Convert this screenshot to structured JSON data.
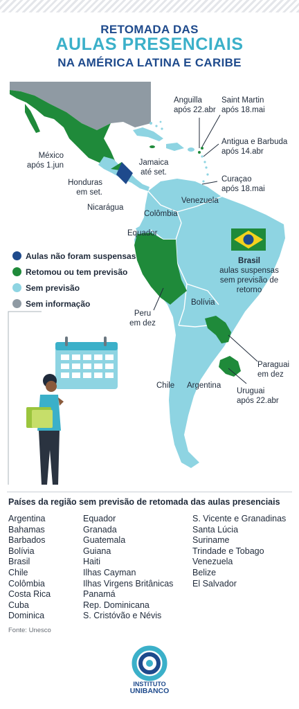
{
  "header": {
    "line1": "RETOMADA DAS",
    "line2": "AULAS PRESENCIAIS",
    "line3": "NA AMÉRICA LATINA E CARIBE"
  },
  "colors": {
    "no_suspension": "#1e4a8c",
    "resumed": "#1f8a3a",
    "no_forecast": "#8ed4e2",
    "no_info": "#8f9aa3",
    "title_dark": "#1e4a8c",
    "title_light": "#3bb0c9"
  },
  "map_labels": {
    "mexico": "México",
    "mexico_date": "após 1.jun",
    "jamaica": "Jamaica",
    "jamaica_date": "até set.",
    "honduras": "Honduras",
    "honduras_date": "em set.",
    "nicaragua": "Nicarágua",
    "anguilla": "Anguilla",
    "anguilla_date": "após 22.abr",
    "saint_martin": "Saint Martin",
    "saint_martin_date": "após 18.mai",
    "antigua": "Antigua e Barbuda",
    "antigua_date": "após 14.abr",
    "curacao": "Curaçao",
    "curacao_date": "após 18.mai",
    "venezuela": "Venezuela",
    "colombia": "Colômbia",
    "equador": "Equador",
    "brasil": "Brasil",
    "brasil_note1": "aulas suspensas",
    "brasil_note2": "sem previsão de",
    "brasil_note3": "retorno",
    "bolivia": "Bolívia",
    "peru": "Peru",
    "peru_date": "em dez",
    "paraguai": "Paraguai",
    "paraguai_date": "em dez",
    "uruguai": "Uruguai",
    "uruguai_date": "após 22.abr",
    "chile": "Chile",
    "argentina": "Argentina"
  },
  "legend": [
    {
      "label": "Aulas não foram suspensas",
      "color": "#1e4a8c"
    },
    {
      "label": "Retomou ou tem previsão",
      "color": "#1f8a3a"
    },
    {
      "label": "Sem previsão",
      "color": "#8ed4e2"
    },
    {
      "label": "Sem informação",
      "color": "#8f9aa3"
    }
  ],
  "list": {
    "title": "Países da região sem previsão de retomada das aulas presenciais",
    "col1": [
      "Argentina",
      "Bahamas",
      "Barbados",
      "Bolívia",
      "Brasil",
      "Chile",
      "Colômbia",
      "Costa Rica",
      "Cuba",
      "Dominica"
    ],
    "col2": [
      "Equador",
      "Granada",
      "Guatemala",
      "Guiana",
      "Haiti",
      "Ilhas Cayman",
      "Ilhas Virgens Britânicas",
      "Panamá",
      "Rep. Dominicana",
      "S. Cristóvão e Névis"
    ],
    "col3": [
      "S. Vicente e Granadinas",
      "Santa Lúcia",
      "Suriname",
      "Trindade e Tobago",
      "Venezuela",
      "Belize",
      "El Salvador"
    ]
  },
  "source": "Fonte: Unesco",
  "logo": {
    "line1": "INSTITUTO",
    "line2": "UNIBANCO"
  }
}
